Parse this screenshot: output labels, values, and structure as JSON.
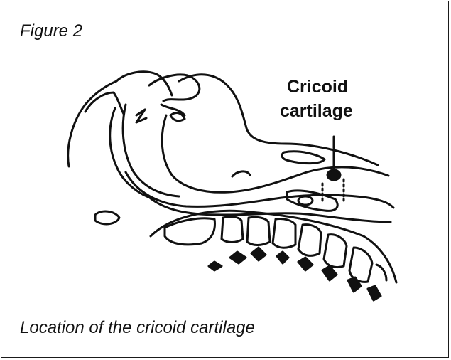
{
  "figure": {
    "title": "Figure 2",
    "caption": "Location of the cricoid cartilage"
  },
  "diagram": {
    "label_lines": [
      "Cricoid",
      "cartilage"
    ],
    "colors": {
      "ink": "#111111",
      "background": "#ffffff",
      "border": "#1a1a1a"
    }
  }
}
